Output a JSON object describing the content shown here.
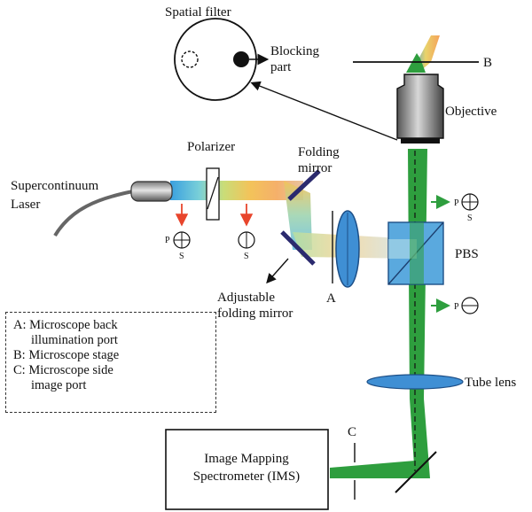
{
  "labels": {
    "spatial_filter": "Spatial filter",
    "blocking_part_1": "Blocking",
    "blocking_part_2": "part",
    "stage_b": "B",
    "objective": "Objective",
    "polarizer": "Polarizer",
    "folding_mirror_1": "Folding",
    "folding_mirror_2": "mirror",
    "supercontinuum_1": "Supercontinuum",
    "supercontinuum_2": "Laser",
    "pbs": "PBS",
    "port_a": "A",
    "adjustable_1": "Adjustable",
    "adjustable_2": "folding mirror",
    "tube_lens": "Tube lens",
    "port_c": "C",
    "ims_1": "Image Mapping",
    "ims_2": "Spectrometer (IMS)",
    "pol_p": "P",
    "pol_s": "S"
  },
  "legend": {
    "a_line1": "A: Microscope back",
    "a_line2": "illumination port",
    "b_line": "B: Microscope stage",
    "c_line1": "C: Microscope side",
    "c_line2": "image port"
  },
  "colors": {
    "beam_green": "#2e9e3e",
    "pbs_blue": "#5aa9de",
    "lens_blue": "#3f8fd4",
    "mirror_navy": "#2b2a6e",
    "arrow_red": "#e8452c",
    "arrow_green": "#2e9e3e"
  }
}
